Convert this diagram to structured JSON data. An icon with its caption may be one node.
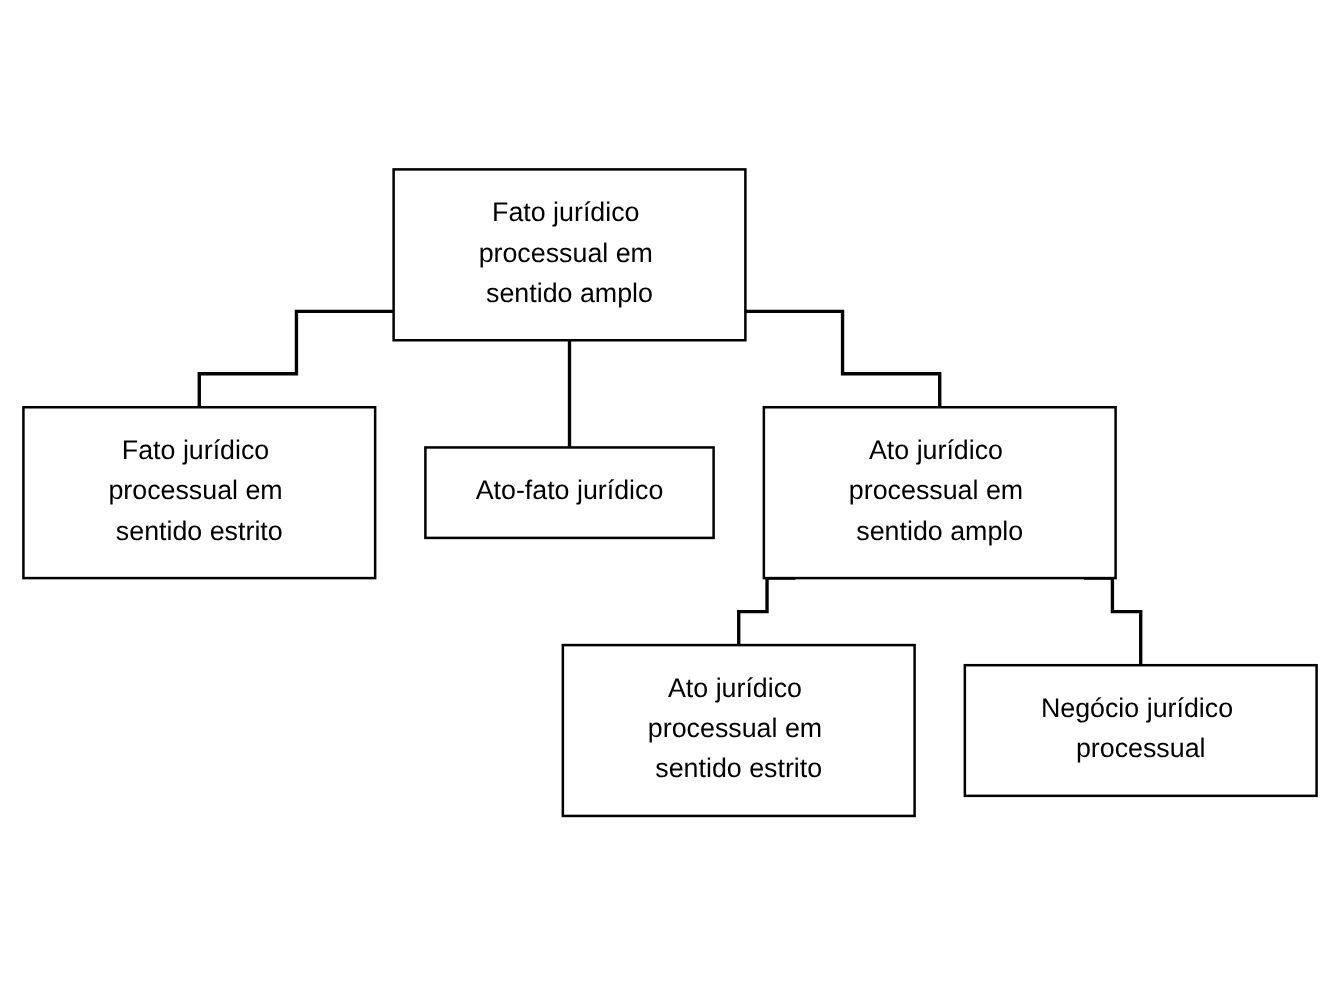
{
  "diagram": {
    "nodes": [
      {
        "text": [
          "Fato jurídico processual em sentido amplo"
        ]
      },
      {
        "text": [
          "Fato jurídico processual em sentido estrito"
        ]
      },
      {
        "text": [
          "Ato-fato jurídico"
        ]
      },
      {
        "text": [
          "Ato jurídico processual em sentido amplo"
        ]
      },
      {
        "text": [
          "Ato jurídico processual em sentido estrito"
        ]
      },
      {
        "text": [
          "Negócio jurídico processual"
        ]
      }
    ],
    "edges": [
      {
        "from": 0,
        "to": 1,
        "arrow": "none"
      },
      {
        "from": 0,
        "to": 2,
        "arrow": "none"
      },
      {
        "from": 0,
        "to": 3,
        "arrow": "none"
      },
      {
        "from": 3,
        "to": 4,
        "arrow": "none"
      },
      {
        "from": 3,
        "to": 5,
        "arrow": "none"
      }
    ]
  }
}
